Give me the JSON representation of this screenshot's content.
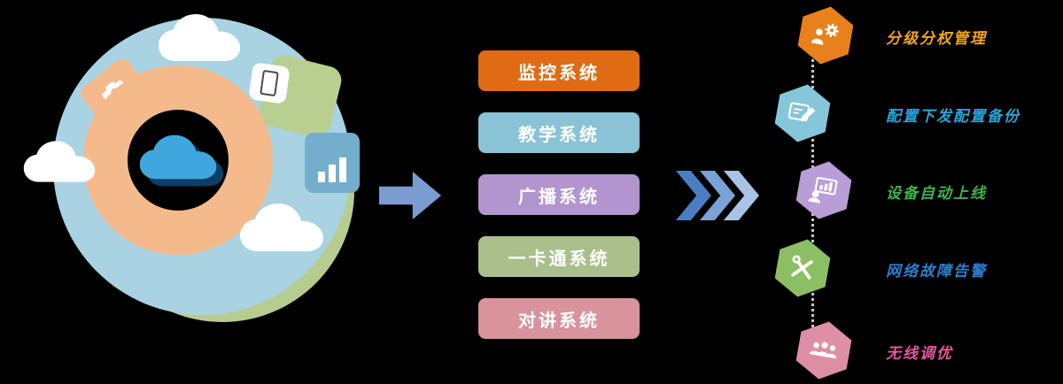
{
  "canvas": {
    "background": "#000000"
  },
  "illustration": {
    "sky": "#a9d3e2",
    "green": "#b7cd90",
    "green_tile": "#b9cf92",
    "ring_orange": "#f5ba8b",
    "core": "#000000",
    "cloud_blue": "#3fa7dd",
    "cloud_shadow": "#0d3f66",
    "device_blue": "#74aecd",
    "cloud_white": "#ffffff"
  },
  "arrow": {
    "color": "#7b9cd0"
  },
  "chevrons": {
    "colors": [
      "#4a7ec2",
      "#7aa2d6",
      "#a9c3e6"
    ]
  },
  "systems": {
    "items": [
      {
        "label": "监控系统",
        "color": "#df6c15"
      },
      {
        "label": "教学系统",
        "color": "#8ac2d6"
      },
      {
        "label": "广播系统",
        "color": "#b295cf"
      },
      {
        "label": "一卡通系统",
        "color": "#aabf8b"
      },
      {
        "label": "对讲系统",
        "color": "#d8939c"
      }
    ]
  },
  "features": {
    "items": [
      {
        "label": "分级分权管理",
        "text_color": "#f2a51c",
        "hex_color": "#e8811c",
        "icon": "gear-person-icon"
      },
      {
        "label": "配置下发配置备份",
        "text_color": "#27a5d8",
        "hex_color": "#86c6db",
        "icon": "document-edit-icon"
      },
      {
        "label": "设备自动上线",
        "text_color": "#3db54b",
        "hex_color": "#b89dd6",
        "icon": "person-chart-icon"
      },
      {
        "label": "网络故障告警",
        "text_color": "#2b7fd0",
        "hex_color": "#8cbf63",
        "icon": "tools-icon"
      },
      {
        "label": "无线调优",
        "text_color": "#e8569e",
        "hex_color": "#de8fa5",
        "icon": "people-icon"
      }
    ]
  }
}
